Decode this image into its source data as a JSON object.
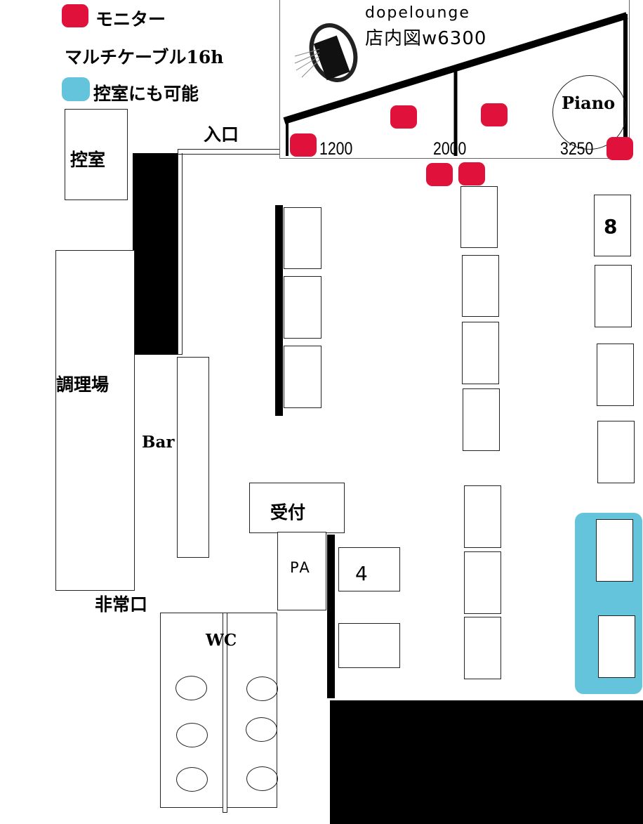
{
  "legend": {
    "monitor_label": "モニター",
    "multicable_label": "マルチケーブル16h",
    "green_room_ok_label": "控室にも可能",
    "monitor_color": "#e0113a",
    "green_room_color": "#63c4dc"
  },
  "stage": {
    "venue_name": "dopelounge",
    "map_title": "店内図w6300",
    "widths": [
      "1200",
      "2000",
      "3250"
    ],
    "piano_label": "Piano"
  },
  "rooms": {
    "green_room": "控室",
    "entrance": "入口",
    "kitchen": "調理場",
    "bar": "Bar",
    "reception": "受付",
    "pa": "PA",
    "emergency_exit": "非常口",
    "wc": "WC"
  },
  "tables": {
    "table_8": "8",
    "table_4": "4"
  }
}
